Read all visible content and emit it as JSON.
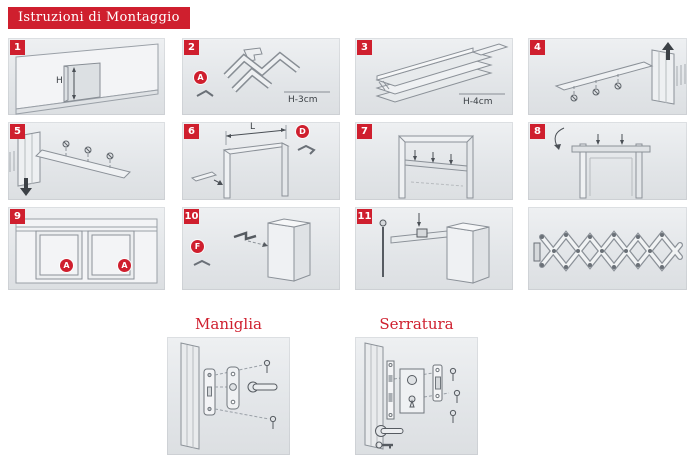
{
  "title": "Istruzioni di Montaggio",
  "accent_color": "#cf1f2e",
  "steps": [
    {
      "num": "1",
      "dimension": "H"
    },
    {
      "num": "2",
      "marker": "A",
      "dimension": "H-3cm"
    },
    {
      "num": "3",
      "dimension": "H-4cm"
    },
    {
      "num": "4"
    },
    {
      "num": "5"
    },
    {
      "num": "6",
      "marker": "D",
      "dimension": "L"
    },
    {
      "num": "7"
    },
    {
      "num": "8"
    },
    {
      "num": "9",
      "marker_left": "A",
      "marker_right": "A"
    },
    {
      "num": "10",
      "marker": "F"
    },
    {
      "num": "11"
    }
  ],
  "bottom_sections": [
    {
      "label": "Maniglia"
    },
    {
      "label": "Serratura"
    }
  ]
}
